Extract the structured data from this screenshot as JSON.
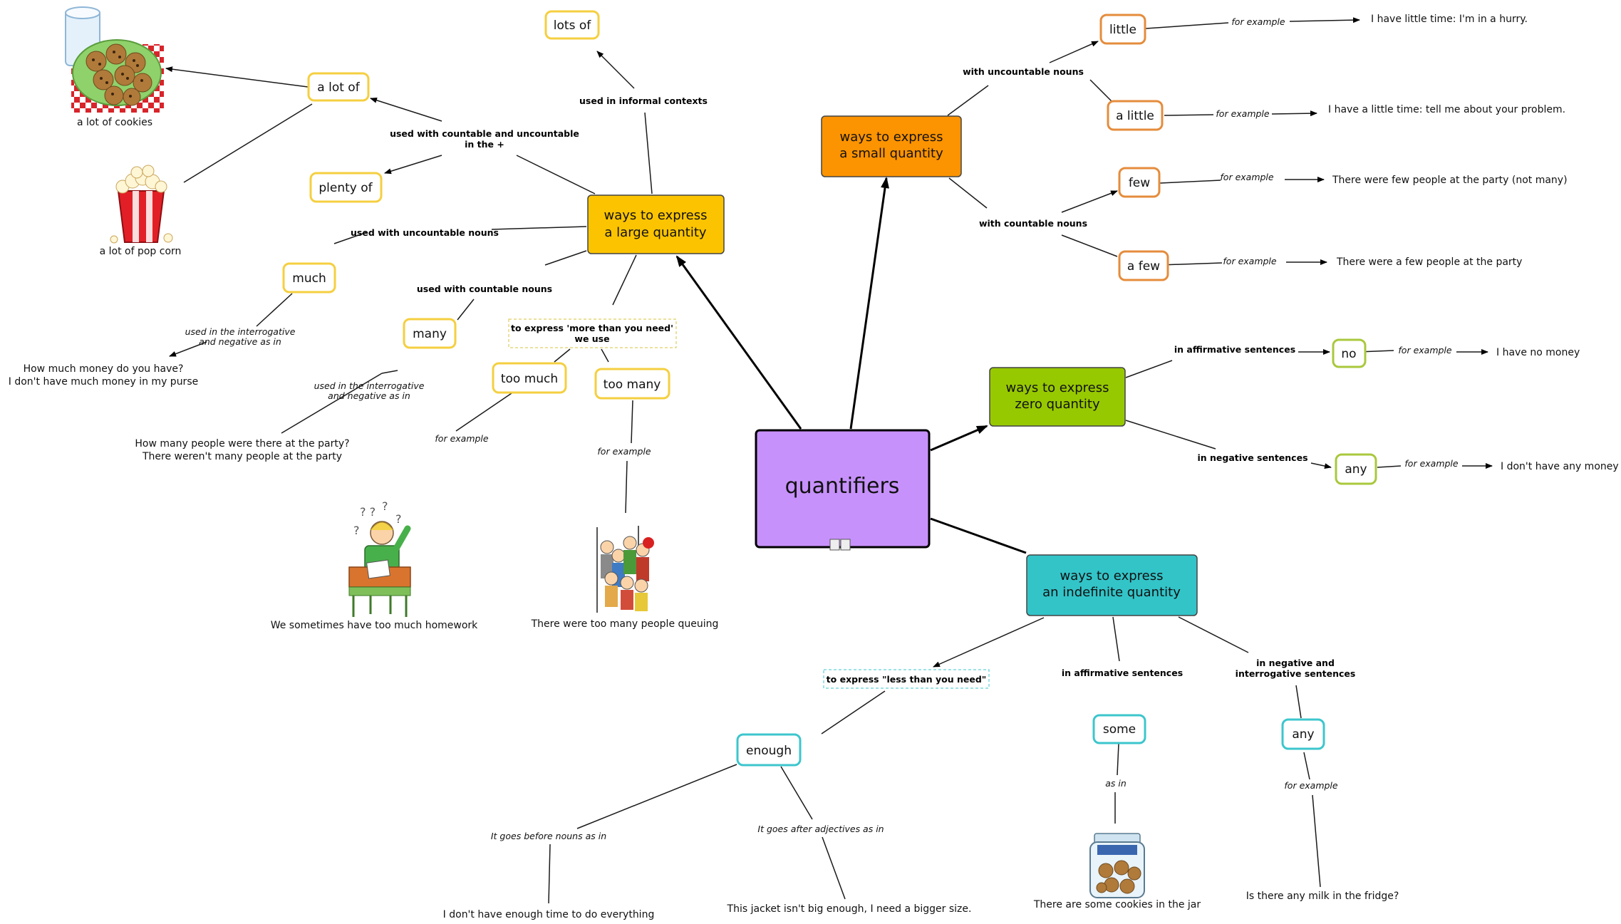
{
  "colors": {
    "center": "#c791fb",
    "large": "#fcc400",
    "small": "#fc9300",
    "zero": "#97c900",
    "indefinite": "#33c4c8",
    "yellow_border": "#f5cf40",
    "orange_border": "#e58c3c",
    "green_border": "#a9c83c",
    "teal_border": "#3cc6cc"
  },
  "center": {
    "label": "quantifiers"
  },
  "branches": {
    "large": {
      "line1": "ways to express",
      "line2": "a large quantity"
    },
    "small": {
      "line1": "ways to express",
      "line2": "a small quantity"
    },
    "zero": {
      "line1": "ways to express",
      "line2": "zero quantity"
    },
    "indefinite": {
      "line1": "ways to express",
      "line2": "an indefinite quantity"
    }
  },
  "nodes": {
    "lots_of": "lots of",
    "a_lot_of": "a lot of",
    "plenty_of": "plenty of",
    "much": "much",
    "many": "many",
    "too_much": "too much",
    "too_many": "too many",
    "little": "little",
    "a_little": "a little",
    "few": "few",
    "a_few": "a few",
    "no": "no",
    "any_zero": "any",
    "enough": "enough",
    "some": "some",
    "any_indef": "any"
  },
  "labels": {
    "informal": "used in informal contexts",
    "countable_uncountable_1": "used with countable and uncountable",
    "countable_uncountable_2": "in the +",
    "with_uncountable_large": "used with uncountable nouns",
    "with_countable_large": "used with countable nouns",
    "more_than_1": "to express 'more than you need'",
    "more_than_2": "we use",
    "interrog_much_1": "used in the interrogative",
    "interrog_much_2": "and negative as in",
    "interrog_many_1": "used in the interrogative",
    "interrog_many_2": "and negative as in",
    "for_example": "for example",
    "with_uncountable_small": "with uncountable nouns",
    "with_countable_small": "with countable nouns",
    "in_affirmative": "in affirmative sentences",
    "in_negative": "in negative sentences",
    "less_than": "to express \"less than you need\"",
    "indef_affirmative": "in affirmative sentences",
    "indef_negative_1": "in negative and",
    "indef_negative_2": "interrogative sentences",
    "before_nouns": "It goes before nouns as in",
    "after_adjectives": "It goes after adjectives as in",
    "as_in": "as in"
  },
  "sentences": {
    "cookies": "a lot of cookies",
    "popcorn": "a lot of pop corn",
    "much_1": "How much money do you have?",
    "much_2": "I don't have much money in my purse",
    "many_1": "How many people were there at the party?",
    "many_2": "There weren't many people at the party",
    "homework": "We sometimes have too much homework",
    "queuing": "There were too many people queuing",
    "little": "I have little time: I'm in a hurry.",
    "a_little": "I have a little time: tell me about your problem.",
    "few": "There were few people at the party (not many)",
    "a_few": "There were a few people at the party",
    "no": "I have no money",
    "any_zero": "I don't have any money",
    "enough_before": "I don't have enough time to do everything",
    "enough_after": "This jacket isn't big enough, I need a bigger size.",
    "some": "There are some cookies in the jar",
    "any_indef": "Is there any milk in the fridge?"
  }
}
